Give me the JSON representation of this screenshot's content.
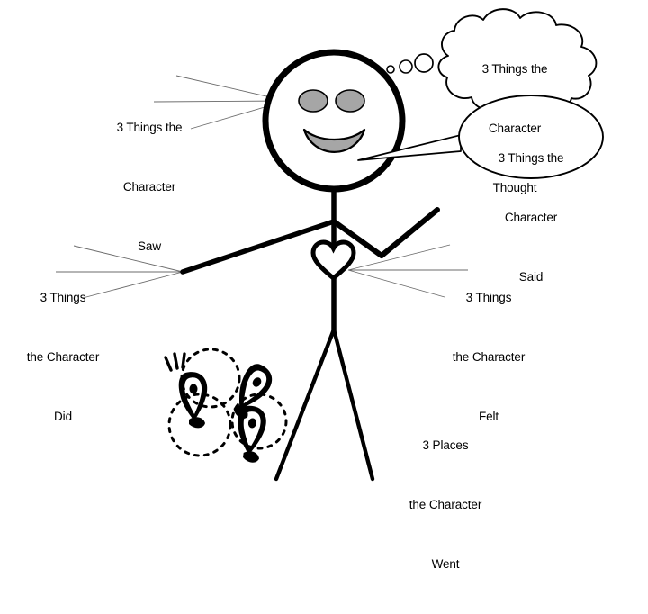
{
  "title": "Character Analysis Stick Figure Graphic Organizer",
  "colors": {
    "stroke": "#000000",
    "fill_gray": "#a6a6a6",
    "leader_line": "#5a5a5a",
    "background": "#ffffff"
  },
  "labels": {
    "thought": {
      "name": "thought-bubble",
      "line1": "3 Things the",
      "line2": "Character",
      "line3": "Thought"
    },
    "said": {
      "name": "speech-bubble",
      "line1": "3 Things the",
      "line2": "Character",
      "line3": "Said"
    },
    "saw": {
      "name": "saw-label",
      "line1": "3 Things the",
      "line2": "Character",
      "line3": "Saw"
    },
    "did": {
      "name": "did-label",
      "line1": "3 Things",
      "line2": "the Character",
      "line3": "Did"
    },
    "felt": {
      "name": "felt-label",
      "line1": "3 Things",
      "line2": "the Character",
      "line3": "Felt"
    },
    "went": {
      "name": "went-label",
      "line1": "3 Places",
      "line2": "the Character",
      "line3": "Went"
    }
  },
  "figure": {
    "head": "stick-figure-head",
    "eyes": "stick-figure-eyes",
    "mouth": "stick-figure-smile",
    "body": "stick-figure-body",
    "left_arm": "stick-figure-left-arm",
    "right_arm": "stick-figure-right-arm",
    "heart": "stick-figure-heart",
    "legs": "stick-figure-legs",
    "footprints": "footprints-trail"
  }
}
